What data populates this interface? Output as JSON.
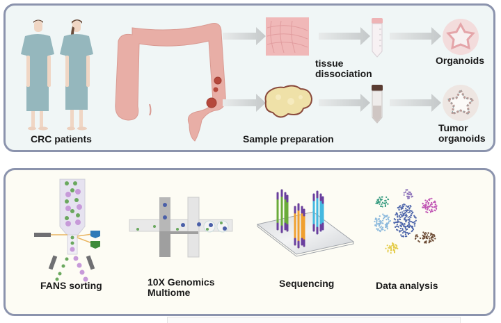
{
  "figure": {
    "top_panel": {
      "steps": {
        "patients": "CRC patients",
        "sample_prep": "Sample preparation",
        "dissociation": "tissue\ndissociation",
        "organoids": "Organoids",
        "tumor_organoids": "Tumor\norganoids"
      },
      "icons": [
        "patient-man-icon",
        "patient-woman-icon",
        "colon-with-tumors-icon",
        "normal-tissue-icon",
        "tumor-tissue-icon",
        "tube-pink-cap-icon",
        "tube-brown-cap-icon",
        "organoid-icon",
        "tumor-organoid-icon",
        "arrow-icon"
      ]
    },
    "bottom_panel": {
      "steps": {
        "fans": "FANS sorting",
        "multiome": "10X Genomics\nMultiome",
        "sequencing": "Sequencing",
        "analysis": "Data analysis"
      },
      "icons": [
        "flow-sorter-icon",
        "microfluidic-chip-icon",
        "sequencing-flowcell-icon",
        "cluster-plot-icon"
      ]
    },
    "colors": {
      "panel_border": "#8b93ad",
      "top_bg": "#f0f6f6",
      "bottom_bg": "#fdfcf4",
      "colon": "#e8aea6",
      "tumor": "#b5483c",
      "gown": "#95b7bd",
      "arrow": "#c9cccd",
      "nucleus_green": "#6aa85e",
      "nucleus_purple": "#c79ad9",
      "bead_blue": "#4a5fa8",
      "cluster_colors": [
        "#3a9d82",
        "#8a6fb8",
        "#c157b5",
        "#8ab8dc",
        "#4f67ab",
        "#6b4a33",
        "#e4cc4b"
      ]
    }
  }
}
